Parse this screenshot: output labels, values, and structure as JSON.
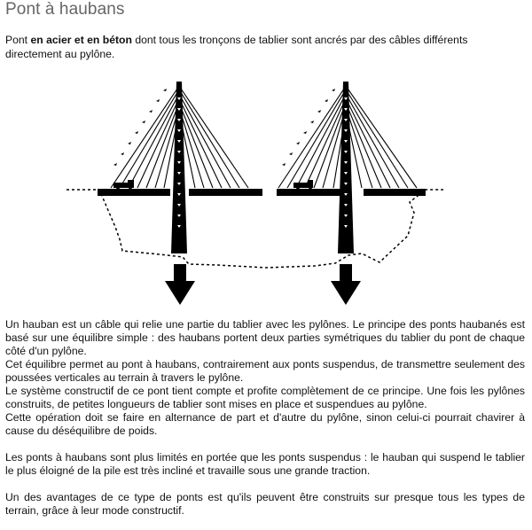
{
  "title": "Pont à haubans",
  "intro": {
    "prefix": "Pont ",
    "bold": "en acier et en béton",
    "suffix": " dont tous les tronçons de tablier sont ancrés par des câbles différents directement au pylône."
  },
  "paragraphs": [
    "Un hauban est un câble qui relie une partie du tablier avec les pylônes. Le principe des ponts haubanés est basé sur une équilibre simple : des haubans portent deux parties symétriques du tablier du pont de chaque côté d'un pylône.",
    "Cet équilibre permet au pont à haubans, contrairement aux ponts suspendus, de transmettre seulement des poussées verticales au terrain à travers le pylône.",
    "Le système constructif de ce pont tient compte et profite complètement de ce principe. Une fois les pylônes construits, de petites longueurs de tablier sont mises en place et suspendues au pylône.",
    "Cette opération doit se faire en alternance de part et d'autre du pylône, sinon celui-ci pourrait chavirer à cause du déséquilibre de poids.",
    "Les ponts à haubans sont plus limités en portée que les ponts suspendus : le hauban qui suspend le tablier le plus éloigné de la pile est très incliné et travaille sous une grande traction.",
    "Un des avantages de ce type de ponts est qu'ils peuvent être construits sur presque tous les types de terrain, grâce à leur mode constructif."
  ],
  "diagram": {
    "icons": [
      "truck-icon",
      "down-arrow-icon"
    ],
    "colors": {
      "ink": "#000000",
      "title": "#666666"
    }
  }
}
